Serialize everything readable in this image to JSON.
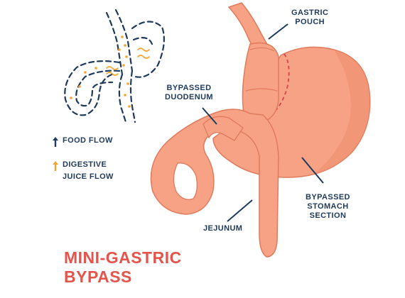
{
  "labels": {
    "gastric_pouch": [
      "GASTRIC",
      "POUCH"
    ],
    "bypassed_duodenum": [
      "BYPASSED",
      "DUODENUM"
    ],
    "bypassed_stomach_section": [
      "BYPASSED",
      "STOMACH",
      "SECTION"
    ],
    "jejunum": "JEJUNUM"
  },
  "legend": {
    "food_flow": "FOOD FLOW",
    "digestive_juice_flow": [
      "DIGESTIVE",
      "JUICE FLOW"
    ]
  },
  "title": [
    "MINI-GASTRIC",
    "BYPASS"
  ],
  "colors": {
    "organ_fill": "#f7a285",
    "organ_shadow": "#ef8d6e",
    "organ_outline": "#e07a5c",
    "cut_line": "#d0454a",
    "label_text": "#1f3a5c",
    "leader_line": "#1f3a5c",
    "food_flow_arrow": "#1f3a5c",
    "juice_flow_arrow": "#f2a531",
    "title": "#e5534b"
  },
  "icons": {
    "food_flow": "arrow-up-icon",
    "digestive_juice_flow": "arrow-up-icon"
  }
}
